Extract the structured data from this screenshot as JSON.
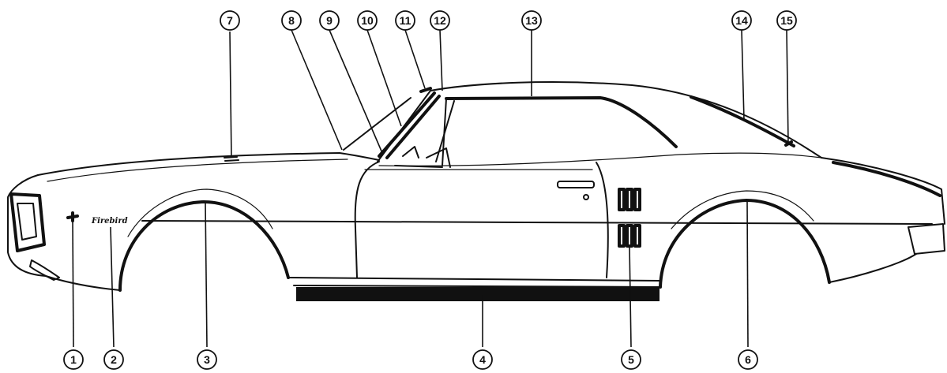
{
  "badge_text": "Firebird",
  "callouts": [
    "1",
    "2",
    "3",
    "4",
    "5",
    "6",
    "7",
    "8",
    "9",
    "10",
    "11",
    "12",
    "13",
    "14",
    "15"
  ]
}
